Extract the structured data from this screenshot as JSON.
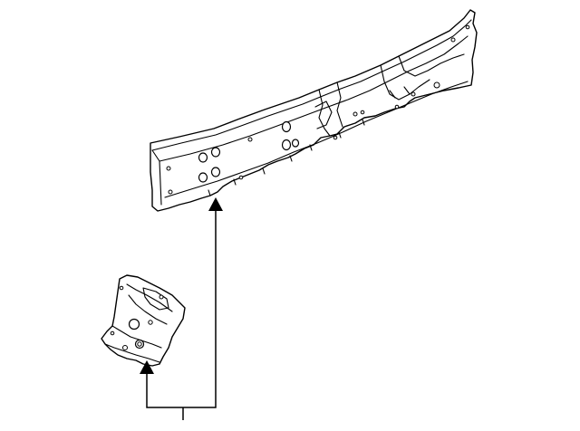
{
  "diagram": {
    "background_color": "#ffffff",
    "line_color": "#000000",
    "parts": [
      {
        "name": "rocker-panel-reinforcement"
      },
      {
        "name": "pillar-bracket"
      }
    ],
    "callout": {
      "shape": "bracket-leader-with-two-arrows",
      "label": ""
    }
  }
}
